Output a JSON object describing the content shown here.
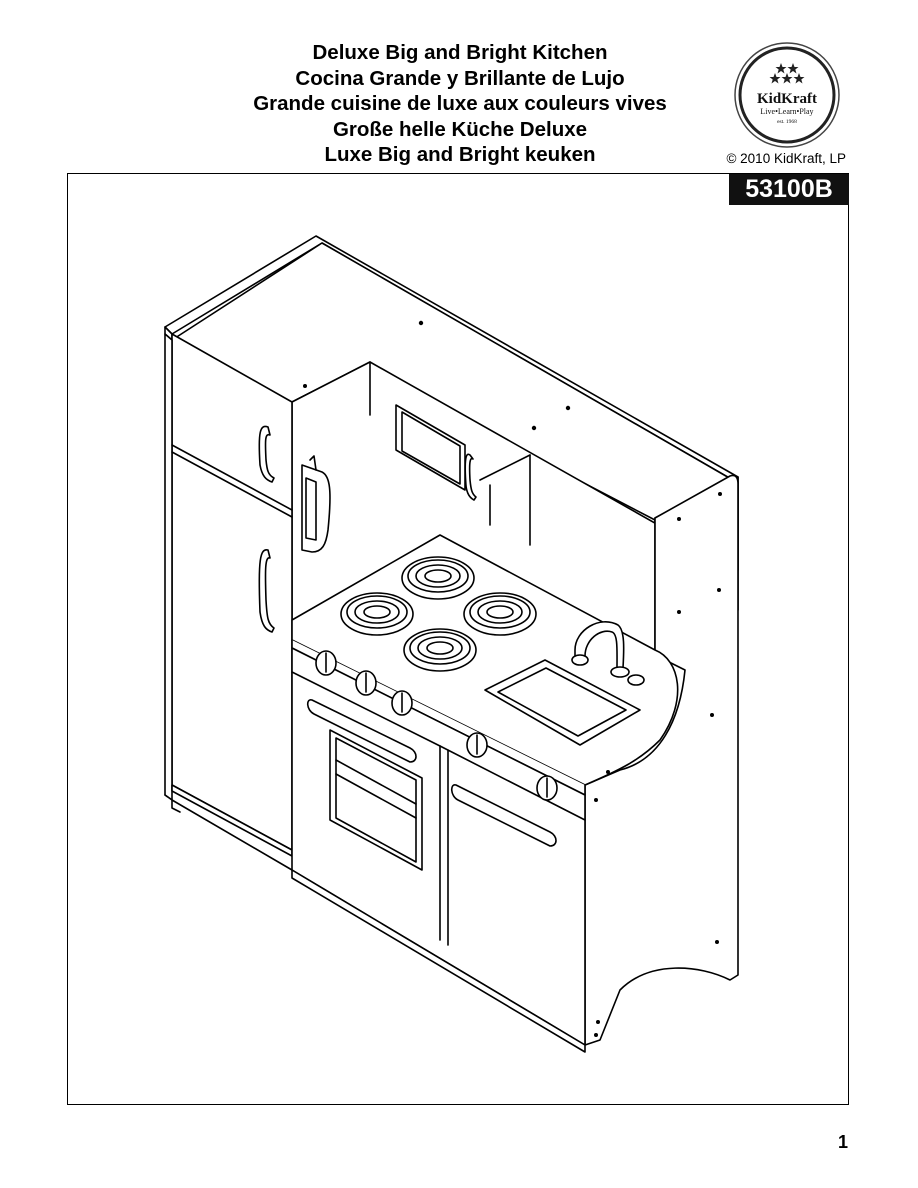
{
  "titles": [
    "Deluxe Big and Bright Kitchen",
    "Cocina Grande y Brillante de Lujo",
    "Grande cuisine de luxe aux couleurs vives",
    "Große helle Küche Deluxe",
    "Luxe Big and Bright keuken"
  ],
  "logo": {
    "brand": "KidKraft",
    "tagline": "Live•Learn•Play",
    "est": "est. 1968"
  },
  "copyright": "© 2010 KidKraft, LP",
  "model_number": "53100B",
  "page_number": "1"
}
